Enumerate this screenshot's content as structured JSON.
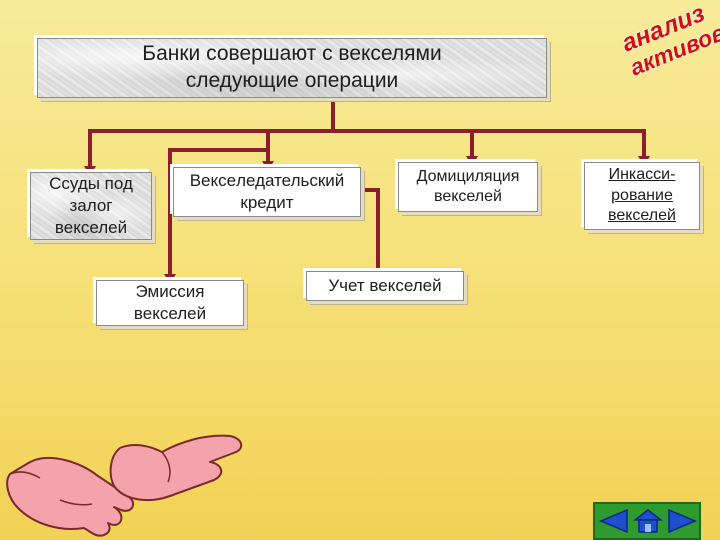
{
  "title": {
    "line1": "Банки совершают с векселями",
    "line2": "следующие операции"
  },
  "boxes": {
    "loans": [
      "Ссуды под",
      "залог",
      "векселей"
    ],
    "credit": [
      "Вексeледательский",
      "кредит"
    ],
    "domicile": [
      "Домициляция",
      "векселей"
    ],
    "inkasso": [
      "Инкасси-",
      "рование",
      "векселей"
    ],
    "emission": [
      "Эмиссия",
      "векселей"
    ],
    "discount": [
      "Учет векселей"
    ]
  },
  "logo": {
    "word1": "анализ",
    "word2": "активов"
  },
  "colors": {
    "connector": "#8b1d2c",
    "logo_red": "#d01010",
    "nav_green": "#2f9a2f",
    "nav_blue": "#1d4fd0"
  },
  "icons": [
    "hands-illustration-icon",
    "arrow-left-icon",
    "home-icon",
    "arrow-right-icon"
  ]
}
